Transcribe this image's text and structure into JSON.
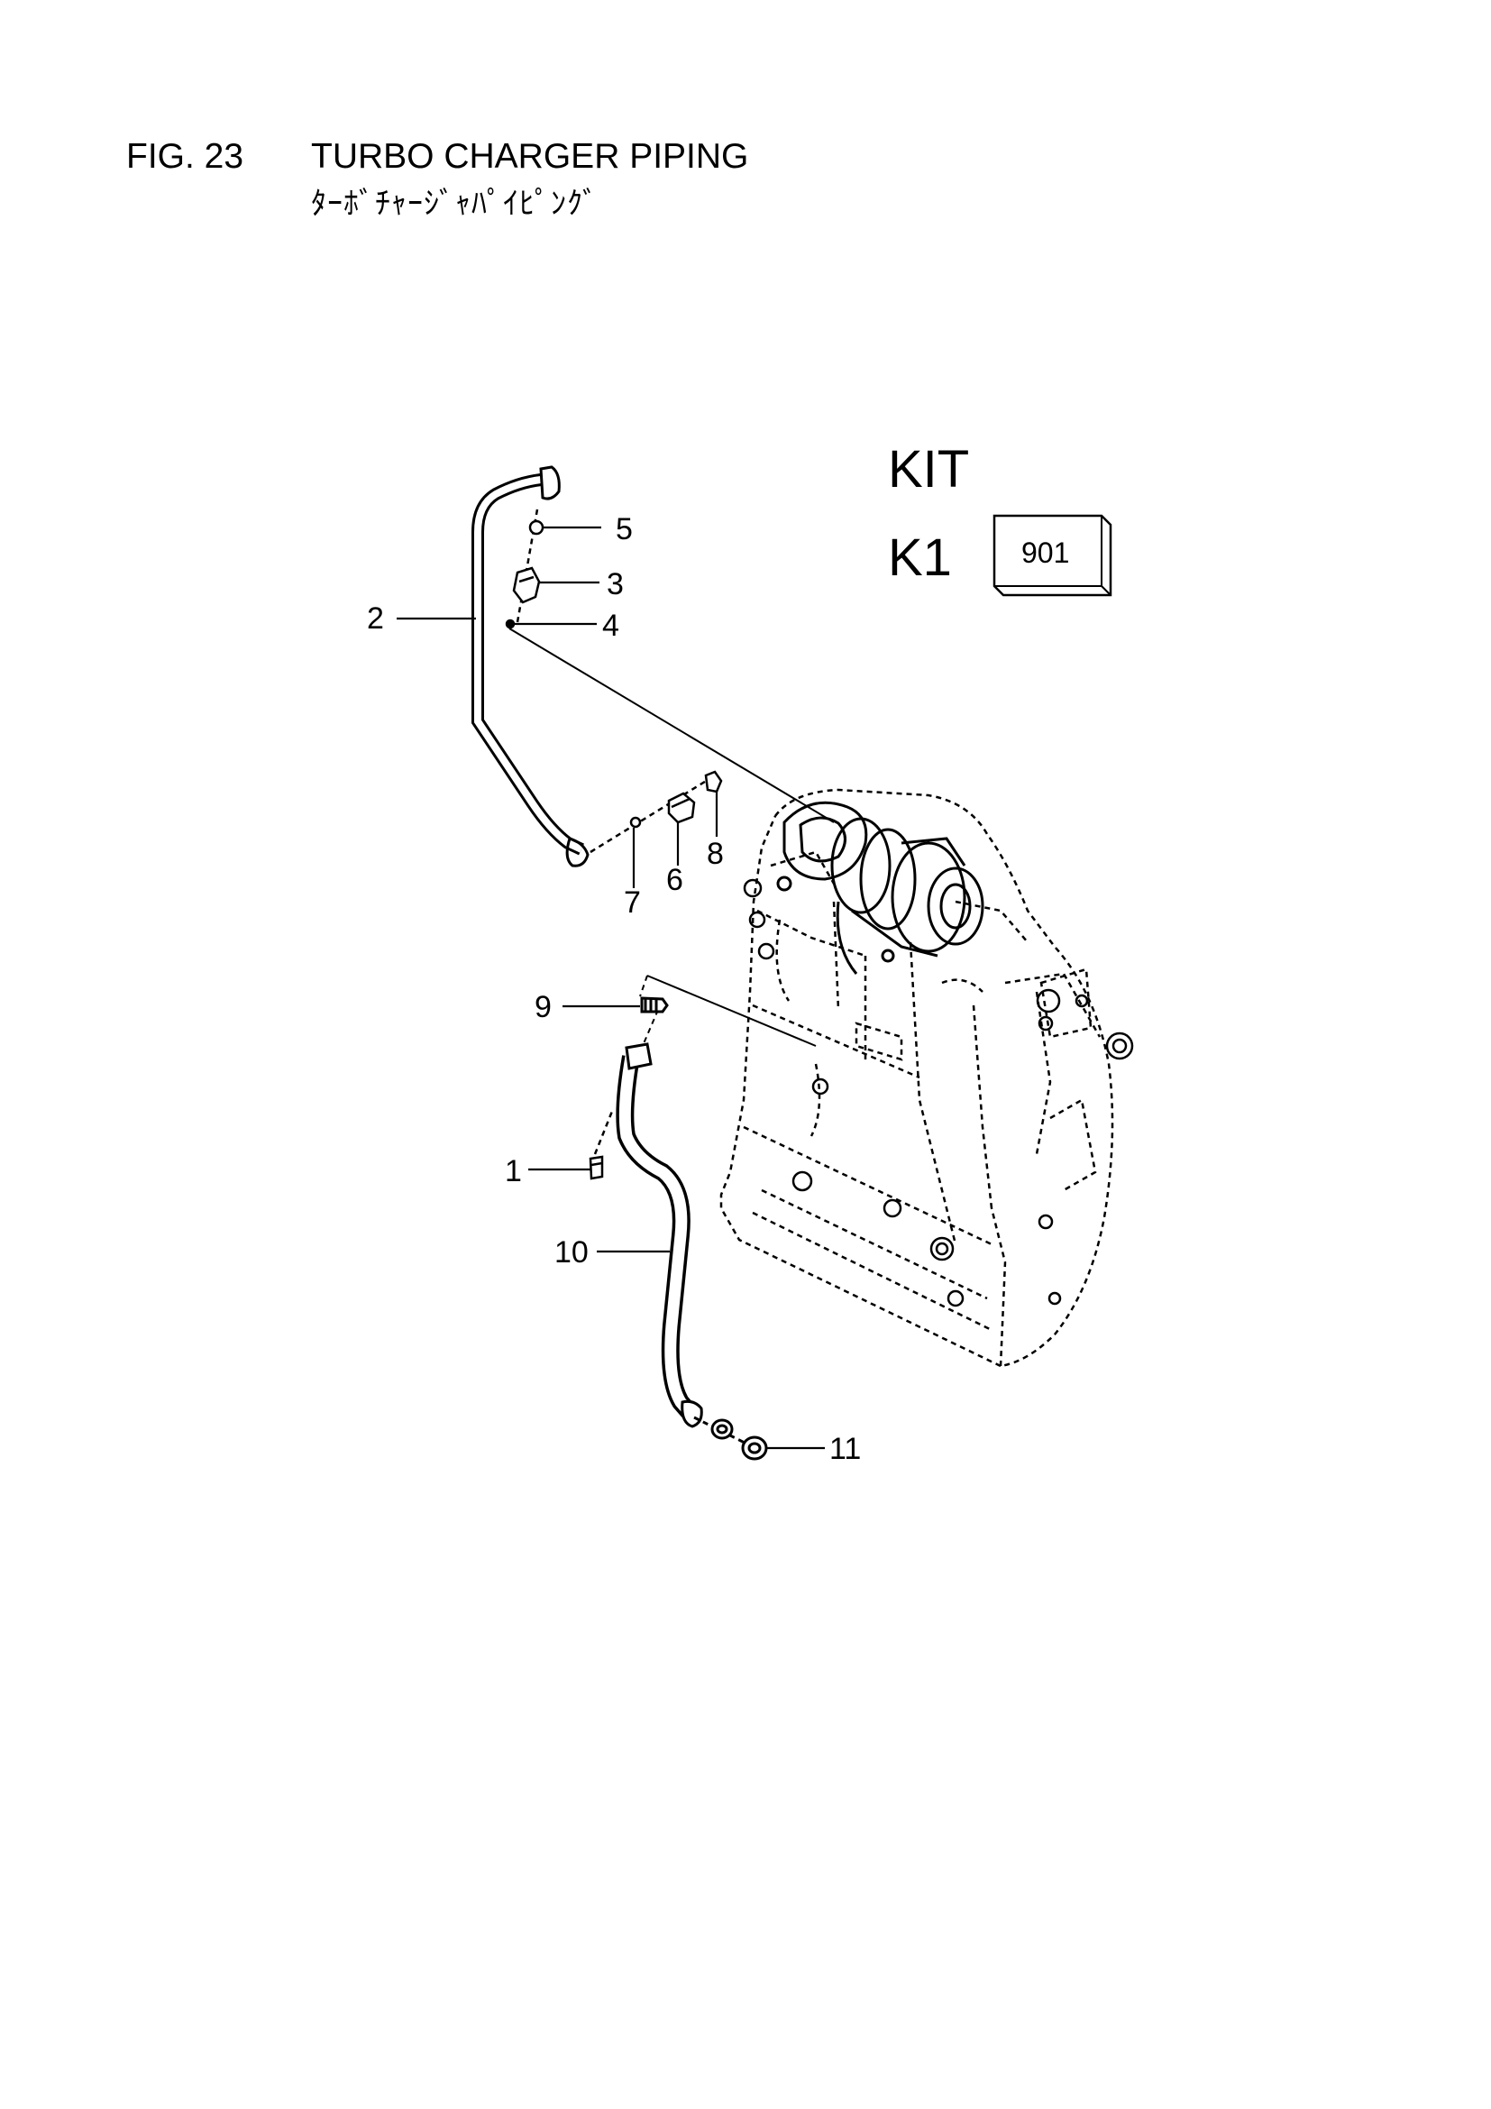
{
  "figure": {
    "number": "FIG. 23",
    "title": "TURBO CHARGER PIPING",
    "subtitle": "ﾀｰﾎﾞﾁｬｰｼﾞｬﾊﾟｲﾋﾟﾝｸﾞ"
  },
  "kit": {
    "heading": "KIT",
    "code": "K1",
    "number": "901"
  },
  "callouts": [
    "1",
    "2",
    "3",
    "4",
    "5",
    "6",
    "7",
    "8",
    "9",
    "10",
    "11"
  ]
}
